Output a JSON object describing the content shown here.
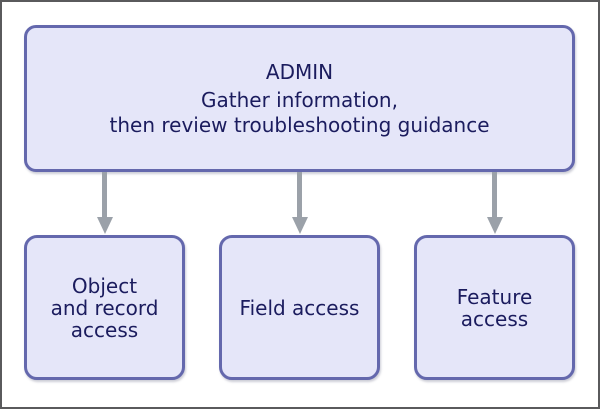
{
  "diagram": {
    "root_box": {
      "title": "ADMIN",
      "body": "Gather information,\nthen review troubleshooting guidance"
    },
    "child_boxes": [
      {
        "label": "Object\nand record\naccess"
      },
      {
        "label": "Field access"
      },
      {
        "label": "Feature\naccess"
      }
    ],
    "arrow_icon": "down-arrow",
    "colors": {
      "box_fill": "#e5e6f9",
      "box_border": "#6468ad",
      "text": "#1b1c5e",
      "arrow": "#9ba1a9",
      "frame_border": "#5a5a5c",
      "background": "#ffffff"
    }
  }
}
